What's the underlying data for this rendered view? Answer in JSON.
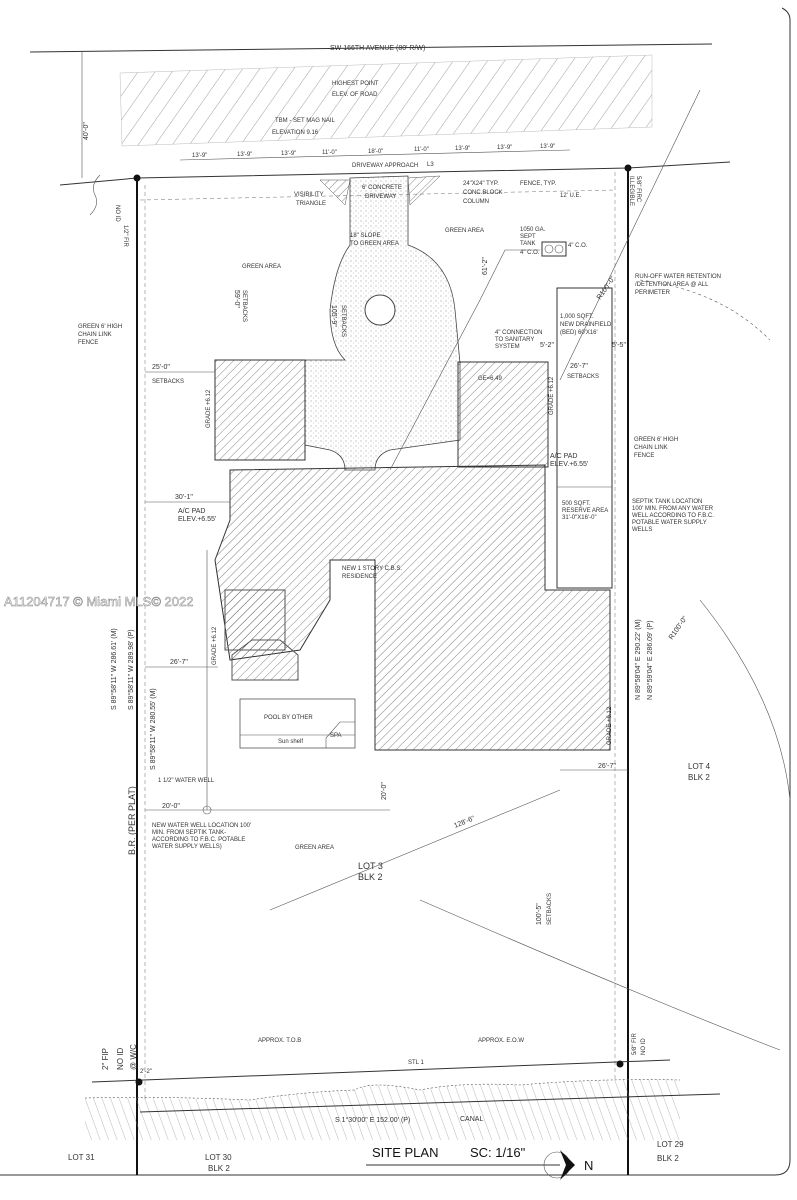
{
  "title": {
    "name": "SITE PLAN",
    "scale": "SC: 1/16\"",
    "north": "N"
  },
  "watermark": "A11204717 © Miami MLS© 2022",
  "road": {
    "name": "SW 166TH AVENUE (80' R/W)",
    "highest_point": [
      "HIGHEST POINT",
      "ELEV. OF ROAD"
    ],
    "tbm": [
      "TBM - SET MAG NAIL",
      "ELEVATION 9.16"
    ],
    "width_dim": "40'-0\""
  },
  "frontage_dims": [
    "13'-9\"",
    "13'-9\"",
    "13'-9\"",
    "11'-0\"",
    "18'-0\"",
    "11'-0\"",
    "13'-9\"",
    "13'-9\"",
    "13'-9\""
  ],
  "front": {
    "driveway_approach": "DRIVEWAY APPROACH",
    "l3": "L3",
    "driveway": [
      "6' CONCRETE",
      "DRIVEWAY"
    ],
    "visibility": [
      "VISIBILITY",
      "TRIANGLE"
    ],
    "column": [
      "24\"X24\" TYP.",
      "CONC.BLOCK",
      "COLUMN"
    ],
    "fence": "FENCE, TYP.",
    "ue": "12' U.E.",
    "firc_right": [
      "5/8\" FIRC",
      "ILLEGIBLE"
    ],
    "fir_left": [
      "1/2\" FIR",
      "NO ID"
    ]
  },
  "labels": {
    "green_area_1": "GREEN AREA",
    "green_area_2": "GREEN AREA",
    "green_area_3": "GREEN AREA",
    "setback_59": "59'-0\"",
    "setbacks_v": "SETBACKS",
    "setback_105": "105'-9\"",
    "setbacks_v2": "SETBACKS",
    "slope": [
      "18\" SLOPE",
      "TO GREEN AREA"
    ],
    "septic_tank": [
      "1050 GA.",
      "SEPT",
      "TANK",
      "4\" C.O."
    ],
    "co_right": "4\" C.O.",
    "dim_61": "61'-2\"",
    "runoff": [
      "RUN-OFF WATER RETENTION",
      "/DETENTION AREA @ ALL",
      "PERIMETER"
    ],
    "drainfield": [
      "1,000 SQFT.",
      "NEW DRAINFIELD",
      "(BED) 60'X16'"
    ],
    "connection": [
      "4\" CONNECTION",
      "TO SANITARY",
      "SYSTEM"
    ],
    "dim_5_2": "5'-2\"",
    "dim_5_5": "5'-5\"",
    "dim_26_7_top": "26'-7\"",
    "setbacks_right": "SETBACKS",
    "grade_right": "GRADE +6.12",
    "ge": "GE=6.49",
    "ac_pad_right": [
      "A/C PAD",
      "ELEV.+6.55'"
    ],
    "fence_left": [
      "GREEN 6' HIGH",
      "CHAIN LINK",
      "FENCE"
    ],
    "fence_right": [
      "GREEN 6' HIGH",
      "CHAIN LINK",
      "FENCE"
    ],
    "radius_1": "R100'-0\"",
    "radius_2": "R100'-0\"",
    "dim_25": "25'-0\"",
    "setbacks_left": "SETBACKS",
    "grade_left_top": "GRADE +6.12",
    "dim_30_1": "30'-1\"",
    "ac_pad_left": [
      "A/C PAD",
      "ELEV.+6.55'"
    ],
    "residence": [
      "NEW 1 STORY C.B.S.",
      "RESIDENCE"
    ],
    "septic_note": [
      "SEPTIK TANK LOCATION",
      "100' MIN. FROM ANY WATER",
      "WELL ACCORDING TO F.B.C.",
      "POTABLE WATER SUPPLY",
      "WELLS"
    ],
    "reserve": [
      "500 SQFT.",
      "RESERVE AREA",
      "31'-0\"X16'-0\""
    ],
    "bearing_right_m": "N 89°58'04\" E 290.22' (M)",
    "bearing_right_p": "N 89°59'04\" E 286.09' (P)",
    "bearing_left_1": "S 89°58'11\" W 286.61' (M)",
    "bearing_left_2": "S 89°58'11\" W 289.98' (P)",
    "bearing_left_3": "S 89°58'11\" W 280.55' (M)",
    "br": "B.R. (PER PLAT)",
    "dim_26_7_left": "26'-7\"",
    "grade_left": "GRADE +6.12",
    "pool": "POOL BY OTHER",
    "spa": "SPA",
    "sun_shelf": "Sun shelf",
    "water_well": "1 1/2\" WATER WELL",
    "dim_20_left": "20'-0\"",
    "well_note": [
      "NEW WATER WELL LOCATION 100'",
      "MIN. FROM SEPTIK TANK-",
      "ACCORDING TO F.B.C. POTABLE",
      "WATER SUPPLY WELLS)"
    ],
    "lot3": [
      "LOT 3",
      "BLK 2"
    ],
    "dim_128": "128'-6\"",
    "dim_20_mid": "20'-0\"",
    "dim_26_7_right": "26'-7\"",
    "grade_right_low": "GRADE +6.12",
    "dim_100": "100'-5\"",
    "setbacks_low": "SETBACKS",
    "lot4": [
      "LOT 4",
      "BLK 2"
    ]
  },
  "rear": {
    "fip": [
      "2\" FIP",
      "NO ID",
      "@ W/C"
    ],
    "dim_2_2": "2'-2\"",
    "tob": "APPROX. T.O.B",
    "eow": "APPROX. E.O.W",
    "stl": "STL 1",
    "fir_right": [
      "5/8\" FIR",
      "NO ID"
    ],
    "bearing": "S 1°30'00\" E 152.00' (P)",
    "canal": "CANAL",
    "lot31": "LOT 31",
    "lot30": [
      "LOT 30",
      "BLK 2"
    ],
    "lot29": [
      "LOT 29",
      "BLK 2"
    ]
  }
}
